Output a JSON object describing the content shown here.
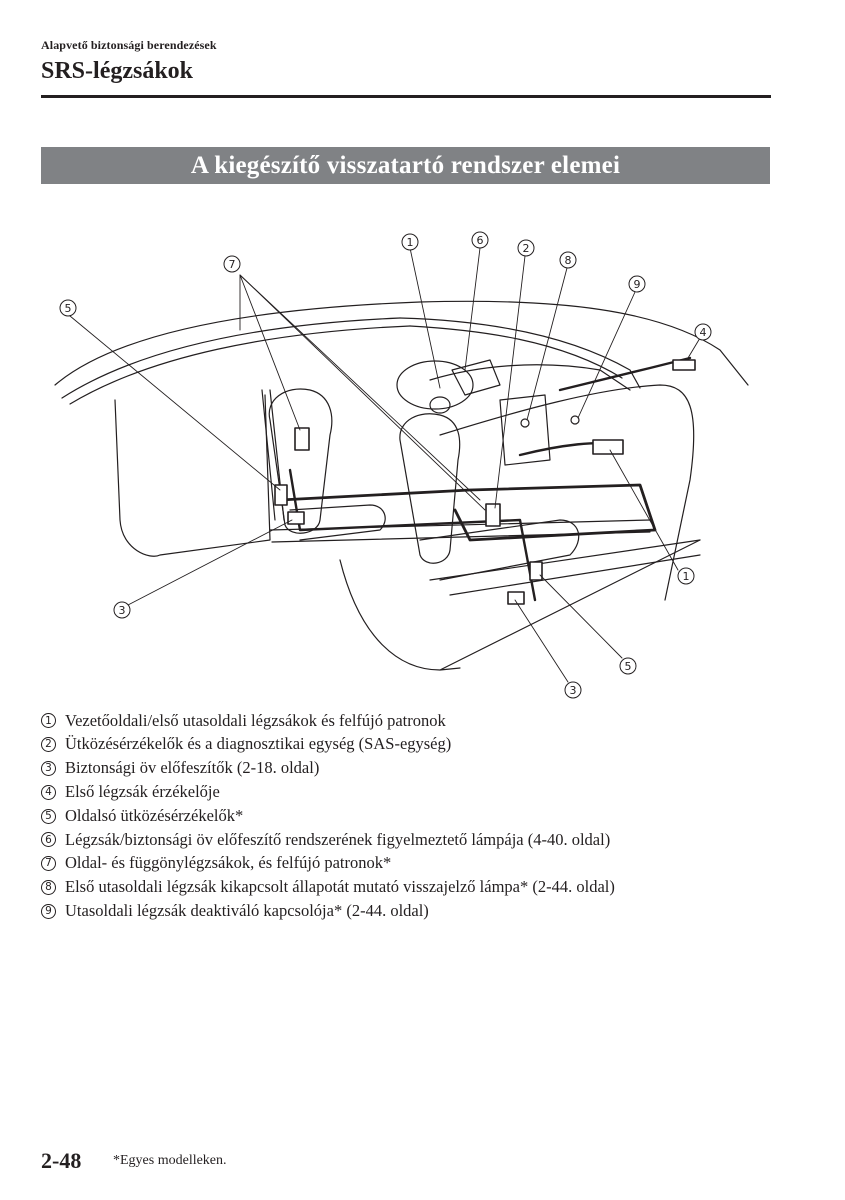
{
  "header": {
    "breadcrumb": "Alapvető biztonsági berendezések",
    "title": "SRS-légzsákok"
  },
  "section": {
    "heading": "A kiegészítő visszatartó rendszer elemei"
  },
  "diagram": {
    "callouts": [
      "1",
      "6",
      "2",
      "8",
      "7",
      "9",
      "5",
      "4",
      "1",
      "3",
      "5",
      "3"
    ]
  },
  "legend": [
    {
      "num": "1",
      "text": "Vezetőoldali/első utasoldali légzsákok és felfújó patronok"
    },
    {
      "num": "2",
      "text": "Ütközésérzékelők és a diagnosztikai egység (SAS-egység)"
    },
    {
      "num": "3",
      "text": "Biztonsági öv előfeszítők (2-18. oldal)"
    },
    {
      "num": "4",
      "text": "Első légzsák érzékelője"
    },
    {
      "num": "5",
      "text": "Oldalsó ütközésérzékelők*"
    },
    {
      "num": "6",
      "text": "Légzsák/biztonsági öv előfeszítő rendszerének figyelmeztető lámpája (4-40. oldal)"
    },
    {
      "num": "7",
      "text": "Oldal- és függönylégzsákok, és felfújó patronok*"
    },
    {
      "num": "8",
      "text": "Első utasoldali légzsák kikapcsolt állapotát mutató visszajelző lámpa* (2-44. oldal)"
    },
    {
      "num": "9",
      "text": "Utasoldali légzsák deaktiváló kapcsolója* (2-44. oldal)"
    }
  ],
  "footer": {
    "page_number": "2-48",
    "footnote": "*Egyes modelleken."
  }
}
